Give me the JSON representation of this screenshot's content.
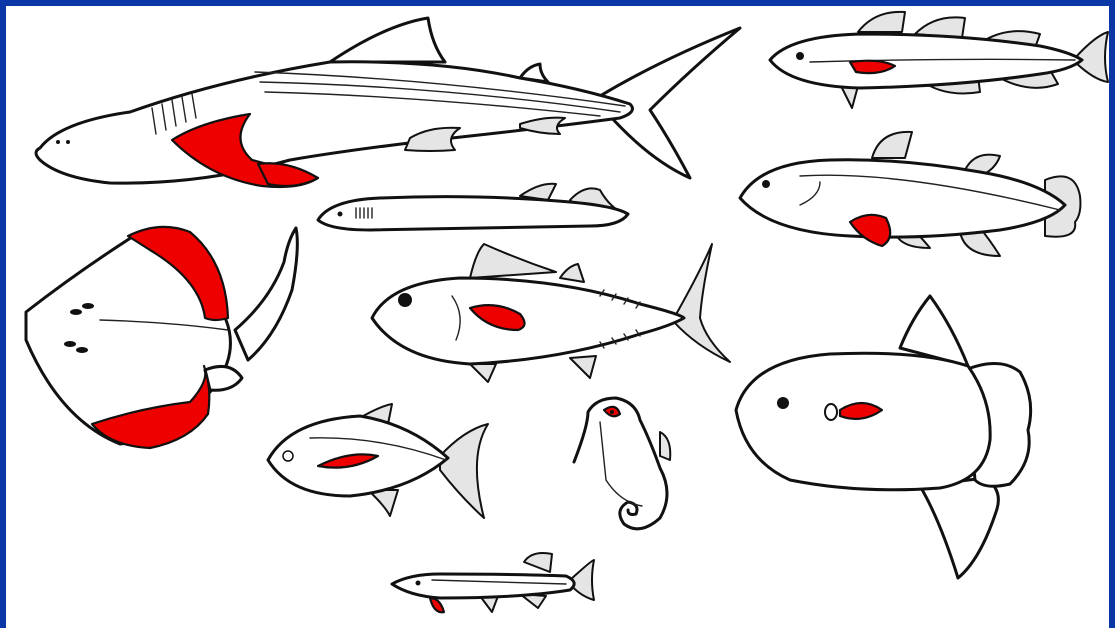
{
  "colors": {
    "border": "#0a36a8",
    "background": "#ffffff",
    "outline": "#111111",
    "pectoral_fin_highlight": "#ee0000"
  },
  "figures": [
    {
      "name": "shark",
      "icon": "shark-icon"
    },
    {
      "name": "cod",
      "icon": "cod-icon"
    },
    {
      "name": "coelacanth",
      "icon": "coelacanth-icon"
    },
    {
      "name": "stingray",
      "icon": "stingray-icon"
    },
    {
      "name": "lamprey",
      "icon": "lamprey-icon"
    },
    {
      "name": "tuna",
      "icon": "tuna-icon"
    },
    {
      "name": "sunfish",
      "icon": "sunfish-icon"
    },
    {
      "name": "pompano",
      "icon": "pompano-icon"
    },
    {
      "name": "seahorse",
      "icon": "seahorse-icon"
    },
    {
      "name": "pike",
      "icon": "pike-icon"
    }
  ]
}
